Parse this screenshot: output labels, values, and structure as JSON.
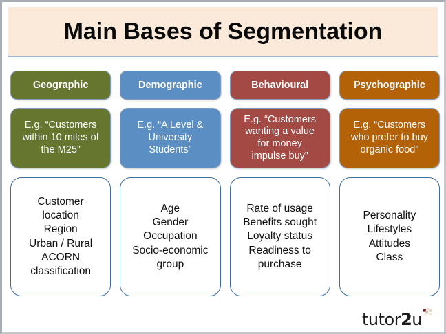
{
  "slide": {
    "title": "Main Bases of Segmentation",
    "logo": {
      "text_part1": "tutor",
      "text_bold": "2",
      "text_part2": "u",
      "mark_name": "pinwheel-mark"
    },
    "colors": {
      "title_background": "#fbead9",
      "slide_border": "#a8adb4",
      "geographic": "#66762f",
      "demographic": "#5b8fc4",
      "behavioural": "#a34a45",
      "psychographic": "#b36208",
      "detail_border": "#3d6ea4",
      "pill_border": "#7d9bc1"
    },
    "columns": [
      {
        "id": "geographic",
        "header": "Geographic",
        "color": "#66762f",
        "example": "E.g. “Customers\nwithin 10 miles of\nthe M25”",
        "detail": "Customer\nlocation\nRegion\nUrban / Rural\nACORN\nclassification"
      },
      {
        "id": "demographic",
        "header": "Demographic",
        "color": "#5b8fc4",
        "example": "E.g. “A Level &\nUniversity\nStudents”",
        "detail": "Age\nGender\nOccupation\nSocio-economic\ngroup"
      },
      {
        "id": "behavioural",
        "header": "Behavioural",
        "color": "#a34a45",
        "example": "E.g. “Customers\nwanting a value\nfor money\nimpulse buy”",
        "detail": "Rate of usage\nBenefits sought\nLoyalty status\nReadiness to\npurchase"
      },
      {
        "id": "psychographic",
        "header": "Psychographic",
        "color": "#b36208",
        "example": "E.g. “Customers\nwho prefer to buy\norganic food”",
        "detail": "Personality\nLifestyles\nAttitudes\nClass"
      }
    ]
  }
}
